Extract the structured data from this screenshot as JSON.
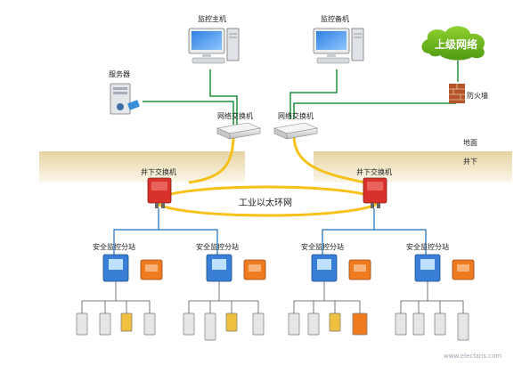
{
  "labels": {
    "monitor_host": "监控主机",
    "monitor_backup": "监控备机",
    "server": "服务器",
    "upper_network": "上级网络",
    "firewall": "防火墙",
    "network_switch_1": "网络交换机",
    "network_switch_2": "网络交换机",
    "ground": "地面",
    "underground": "井下",
    "underground_switch_left": "井下交换机",
    "underground_switch_right": "井下交换机",
    "industrial_ethernet": "工业以太环网",
    "station_1": "安全监控分站",
    "station_2": "安全监控分站",
    "station_3": "安全监控分站",
    "station_4": "安全监控分站",
    "watermark": "www.elecfans.com"
  },
  "colors": {
    "ring": "#f6c21a",
    "link": "#1f8f3a",
    "ground_band": "#efe2c0",
    "cloud": "#6fb21c",
    "switch_red": "#d9322b",
    "station_blue": "#3a7fd6",
    "power_orange": "#f07a1e"
  },
  "icons": {
    "workstation": "computer-icon",
    "server": "server-icon",
    "firewall": "brick-wall-icon",
    "switch": "network-switch-icon",
    "mine_switch": "explosion-proof-switch-icon",
    "station": "monitor-station-icon",
    "power_box": "power-supply-icon",
    "sensor": "sensor-icon"
  }
}
